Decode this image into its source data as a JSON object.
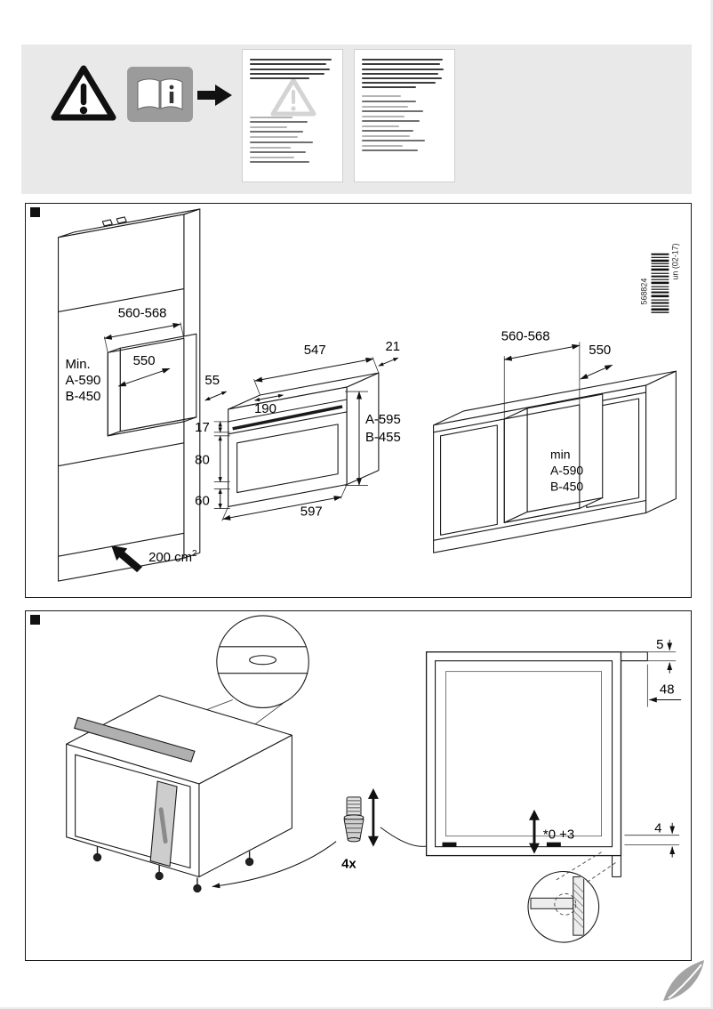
{
  "header_icons": [
    "warning-triangle",
    "read-instructions-book",
    "arrow-right"
  ],
  "panel1": {
    "tall_cabinet": {
      "niche_width": "560-568",
      "min_label": "Min.",
      "dim_a": "A-590",
      "dim_b": "B-450",
      "depth": "550"
    },
    "oven": {
      "top_width": "547",
      "edge_21": "21",
      "offset_55": "55",
      "offset_190": "190",
      "height_a": "A-595",
      "height_b": "B-455",
      "dim_17": "17",
      "dim_80": "80",
      "dim_60": "60",
      "front_width": "597",
      "vent_area": "200 cm",
      "vent_sup": "2"
    },
    "base_run": {
      "niche_width": "560-568",
      "depth": "550",
      "min_label": "min",
      "dim_a": "A-590",
      "dim_b": "B-450"
    },
    "barcode": {
      "number": "568824",
      "revision": "un (02-17)"
    }
  },
  "panel2": {
    "quantity": "4x",
    "dim_5": "5",
    "dim_48": "48",
    "adjustment": "*0 +3",
    "dim_4": "4"
  }
}
